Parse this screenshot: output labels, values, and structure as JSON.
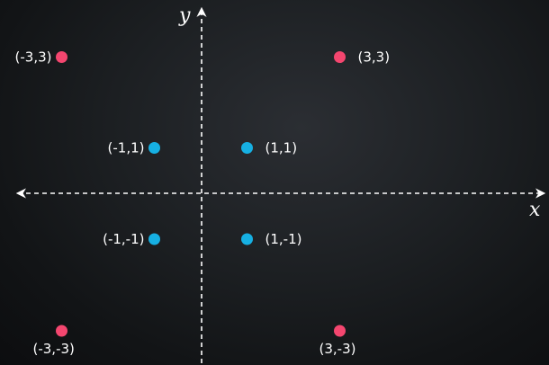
{
  "chart_data": {
    "type": "scatter",
    "xlabel": "x",
    "ylabel": "y",
    "grid": false,
    "series": [
      {
        "color": "#f4466f",
        "points": [
          {
            "x": -3,
            "y": 3,
            "label": "(-3,3)"
          },
          {
            "x": 3,
            "y": 3,
            "label": "(3,3)"
          },
          {
            "x": -3,
            "y": -3,
            "label": "(-3,-3)"
          },
          {
            "x": 3,
            "y": -3,
            "label": "(3,-3)"
          }
        ]
      },
      {
        "color": "#16b0e3",
        "points": [
          {
            "x": -1,
            "y": 1,
            "label": "(-1,1)"
          },
          {
            "x": 1,
            "y": 1,
            "label": "(1,1)"
          },
          {
            "x": -1,
            "y": -1,
            "label": "(-1,-1)"
          },
          {
            "x": 1,
            "y": -1,
            "label": "(1,-1)"
          }
        ]
      }
    ]
  }
}
